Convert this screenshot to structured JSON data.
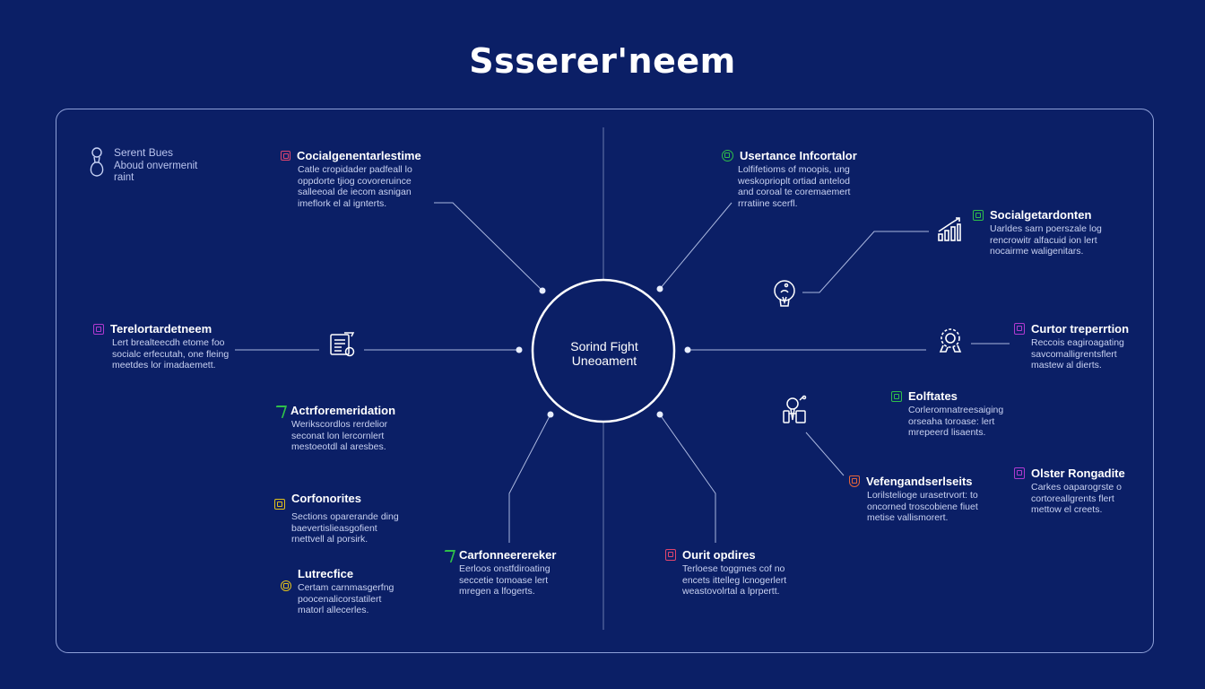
{
  "title": "Ssserer'neem",
  "hub": {
    "line1": "Sorind Fight",
    "line2": "Uneoament"
  },
  "colors": {
    "background": "#0b1f66",
    "frame": "#8ea0d8",
    "line": "#c7d2f5",
    "red": "#e0456e",
    "green": "#2fbf4a",
    "purple": "#b03ad0",
    "yellow": "#e2c21c",
    "orange": "#e4643a"
  },
  "nodes": [
    {
      "id": "serent-bues",
      "title": "Serent Bues",
      "desc": "Aboud onvermenit\nraint",
      "badge": "none",
      "icon": "person-icon"
    },
    {
      "id": "social-general",
      "title": "Cocialgenentarlestime",
      "desc": "Catle cropidader padfeall lo\noppdorte tjiog covoreruince\nsalleeoal de iecom asnigan\nimeflork el al ignterts.",
      "badge": "red-square"
    },
    {
      "id": "usertance",
      "title": "Usertance Infcortalor",
      "desc": "Lolfifetioms of moopis, ung\nweskoprioplt ortiad antelod\nand coroal te coremaemert\nrrratiine scerfl.",
      "badge": "green-circle"
    },
    {
      "id": "social-getard",
      "title": "Socialgetardonten",
      "desc": "Uarldes sarn poerszale log\nrencrowitr alfacuid ion lert\nnocairme waligenitars.",
      "badge": "green-square",
      "icon": "growth-chart-icon"
    },
    {
      "id": "terelortar",
      "title": "Terelortardetneem",
      "desc": "Lert brealteecdh etome foo\nsocialc erfecutah, one fleing\nmeetdes lor imadaemett.",
      "badge": "purple-square",
      "icon": "document-icon"
    },
    {
      "id": "curtor",
      "title": "Curtor treperrtion",
      "desc": "Reccois eagiroagating\nsavcomalligrentsflert\nmastew al dierts.",
      "badge": "purple-square",
      "icon": "gear-badge-icon"
    },
    {
      "id": "actfore",
      "title": "Actrforemeridation",
      "desc": "Werikscordlos rerdelior\nseconat lon lercornlert\nmestoeotdl al aresbes.",
      "badge": "green-seven"
    },
    {
      "id": "eolftates",
      "title": "Eolftates",
      "desc": "Corleromnatreesaiging\norseaha toroase: lert\nmrepeerd lisaents.",
      "badge": "green-square",
      "icon": "presenter-icon"
    },
    {
      "id": "corfonorites",
      "title": "Corfonorites",
      "desc": "Sections oparerande ding\nbaevertislieasgofient\nrnettvell al porsirk.",
      "badge": "yellow-square"
    },
    {
      "id": "vefengand",
      "title": "Vefengandserlseits",
      "desc": "Lorilstelioge urasetrvort: to\noncorned troscobiene fiuet\nmetise vallismorert.",
      "badge": "orange-shield"
    },
    {
      "id": "olster",
      "title": "Olster Rongadite",
      "desc": "Carkes oaparogrste o\ncortoreallgrents flert\nmettow el creets.",
      "badge": "purple-square"
    },
    {
      "id": "lutrecfice",
      "title": "Lutrecfice",
      "desc": "Certam carnmasgerfng\npoocenalicorstatilert\nmatorl allecerles.",
      "badge": "yellow-circle"
    },
    {
      "id": "carfonner",
      "title": "Carfonneerereker",
      "desc": "Eerloos onstfdiroating\nseccetie tomoase lert\nmregen a lfogerts.",
      "badge": "green-seven"
    },
    {
      "id": "ourit",
      "title": "Ourit opdires",
      "desc": "Terloese toggmes cof no\nencets ittelleg lcnogerlert\nweastovolrtal a lprpertt.",
      "badge": "red-square"
    }
  ],
  "bulb_icon": "lightbulb-icon"
}
